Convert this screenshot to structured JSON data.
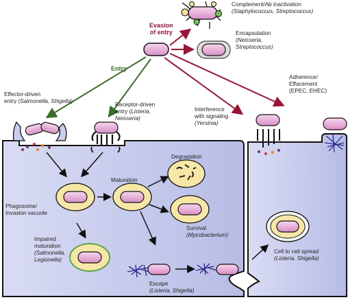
{
  "labels": {
    "entry": "Entry",
    "evasion_of_entry": [
      "Evasion",
      "of entry"
    ],
    "complement_ab": {
      "line1": "Complement/Ab inactivation",
      "line2": "(Staphylococcus, Streptococcus)"
    },
    "encapsulation": {
      "line1": "Encapsulation",
      "line2": "(Neisseria,",
      "line3": "Streptococcus)"
    },
    "adherence": {
      "line1": "Adherence/",
      "line2": "Effacement",
      "line3": "(EPEC, EHEC)"
    },
    "effector_driven": {
      "line1": "Effector-driven",
      "line2": "entry (",
      "line2_it": "Salmonella, Shigella",
      "line2_end": ")"
    },
    "receptor_driven": {
      "line1": "Receptor-driven",
      "line2": "entry (",
      "line2_it": "Listeria,",
      "line3": "Neisseria)"
    },
    "interference": {
      "line1": "Interference",
      "line2": "with signaling",
      "line3": "(Yersinia)"
    },
    "phagosome": {
      "line1": "Phagosome/",
      "line2": "Invasion vacuole"
    },
    "maturation": "Maturation",
    "degradation": "Degradation",
    "survival": {
      "line1": "Survival",
      "line2": "(Mycobacterium)"
    },
    "impaired": {
      "line1": "Impaired",
      "line2": "maturation",
      "line3": "(Salmonella,",
      "line4": "Legionella)"
    },
    "escape": {
      "line1": "Escape",
      "line2": "(Listeria, Shigella)"
    },
    "cell_spread": {
      "line1": "Cell to cell spread",
      "line2": "(Listeria, Shigella)"
    }
  },
  "colors": {
    "entry_arrow": "#3a6e2a",
    "evasion_arrow": "#9a1535",
    "cell_fill": "#c9cdee",
    "bacterium": "#e8a6d4",
    "vacuole": "#f6e7a6",
    "actin": "#2a2a8a"
  }
}
